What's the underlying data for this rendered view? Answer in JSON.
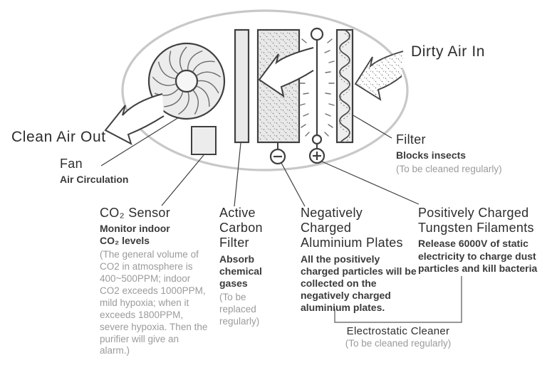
{
  "diagram": {
    "clean_air_out": "Clean Air Out",
    "dirty_air_in": "Dirty Air In",
    "fan": {
      "title": "Fan",
      "subtitle": "Air Circulation"
    },
    "co2_sensor": {
      "title": "CO₂ Sensor",
      "subtitle": "Monitor indoor CO₂ levels",
      "note": "(The general volume of CO2 in atmosphere is 400~500PPM; indoor CO2 exceeds 1000PPM, mild hypoxia; when it exceeds 1800PPM, severe hypoxia. Then the purifier will give an alarm.)"
    },
    "active_carbon_filter": {
      "title": "Active Carbon Filter",
      "subtitle": "Absorb chemical gases",
      "note": "(To be replaced regularly)"
    },
    "negative_plates": {
      "title": "Negatively Charged Aluminium Plates",
      "subtitle": "All the positively charged particles will be collected on the negatively charged aluminium plates."
    },
    "positive_filaments": {
      "title": "Positively Charged Tungsten Filaments",
      "subtitle": "Release 6000V of static electricity to charge dust particles and kill bacteria"
    },
    "filter": {
      "title": "Filter",
      "subtitle": "Blocks insects",
      "note": "(To be cleaned regularly)"
    },
    "electrostatic_cleaner": {
      "title": "Electrostatic Cleaner",
      "note": "(To be cleaned regularly)"
    },
    "icons": {
      "minus_electrode": "−",
      "plus_electrode": "+"
    },
    "colors": {
      "outline": "#3f3f3f",
      "body_ellipse": "#c8c8c8",
      "fill_light": "#ececec",
      "text_dark": "#2d2d2d",
      "text_gray": "#9b9b9b"
    }
  }
}
